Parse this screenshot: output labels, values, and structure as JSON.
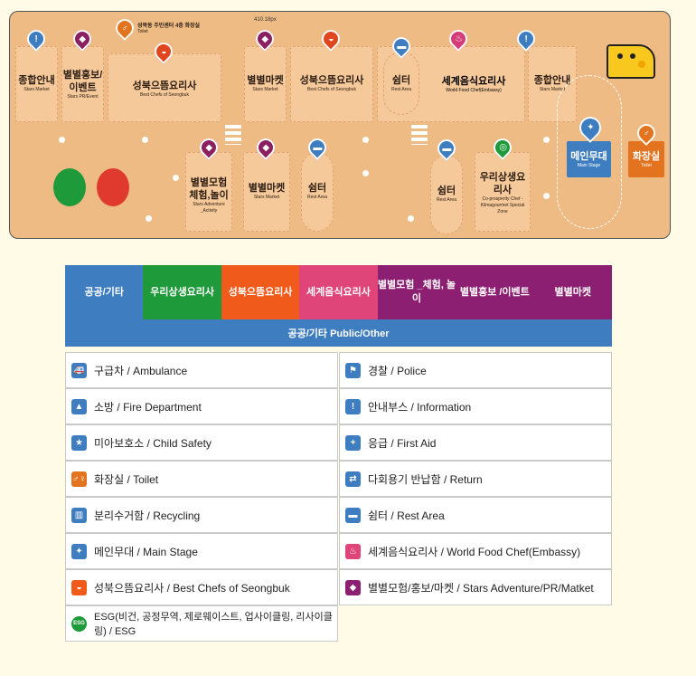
{
  "map": {
    "top_label_ko": "성북동 주민센터 4층 화장실",
    "top_label_en": "Toilet",
    "scale_text": "410.18px",
    "booths": [
      {
        "id": "info-left",
        "ko": "종합안내",
        "en": "Stars Market"
      },
      {
        "id": "pr-event",
        "ko": "별별홍보/이벤트",
        "en": "Stars PR/Event"
      },
      {
        "id": "chefs-1",
        "ko": "성북으뜸요리사",
        "en": "Best Chefs of Seongbuk"
      },
      {
        "id": "market-1",
        "ko": "별별마켓",
        "en": "Stars Market"
      },
      {
        "id": "chefs-2",
        "ko": "성북으뜸요리사",
        "en": "Best Chefs of Seongbuk"
      },
      {
        "id": "rest-1",
        "ko": "쉼터",
        "en": "Rest Area"
      },
      {
        "id": "world-food",
        "ko": "세계음식요리사",
        "en": "World Food Chef(Embassy)"
      },
      {
        "id": "info-right",
        "ko": "종합안내",
        "en": "Stars Market"
      },
      {
        "id": "adventure",
        "ko": "별별모험체험,놀이",
        "en": "Stars Adventure _Activity"
      },
      {
        "id": "market-2",
        "ko": "별별마켓",
        "en": "Stars Market"
      },
      {
        "id": "rest-2",
        "ko": "쉼터",
        "en": "Rest Area"
      },
      {
        "id": "rest-3",
        "ko": "쉼터",
        "en": "Rest Area"
      },
      {
        "id": "coprosperity",
        "ko": "우리상생요리사",
        "en": "Co-prosperity Chef - Klimagourmet Special Zone"
      },
      {
        "id": "main-stage",
        "ko": "메인무대",
        "en": "Main Stage"
      },
      {
        "id": "toilet",
        "ko": "화장실",
        "en": "Toilet"
      }
    ]
  },
  "tabs": [
    {
      "label": "공공/기타",
      "color": "#3f7dc1"
    },
    {
      "label": "우리상생요리사",
      "color": "#1e9a3a"
    },
    {
      "label": "성북으뜸요리사",
      "color": "#f05a1a"
    },
    {
      "label": "세계음식요리사",
      "color": "#e0457a"
    },
    {
      "label": "별별모험 _체험, 놀이",
      "color": "#8c1f72"
    },
    {
      "label": "별별홍보 /이벤트",
      "color": "#8c1f72"
    },
    {
      "label": "별별마켓",
      "color": "#8c1f72"
    }
  ],
  "legend_header": "공공/기타 Public/Other",
  "legend_items": [
    {
      "label": "구급차 / Ambulance",
      "icon": "ambulance-icon",
      "glyph": "🚑",
      "color": "#3f7dc1"
    },
    {
      "label": "경찰 / Police",
      "icon": "police-icon",
      "glyph": "⚑",
      "color": "#3f7dc1"
    },
    {
      "label": "소방 / Fire Department",
      "icon": "fire-department-icon",
      "glyph": "▲",
      "color": "#3f7dc1"
    },
    {
      "label": "안내부스 / Information",
      "icon": "information-icon",
      "glyph": "!",
      "color": "#3f7dc1"
    },
    {
      "label": "미아보호소 / Child Safety",
      "icon": "child-safety-icon",
      "glyph": "★",
      "color": "#3f7dc1"
    },
    {
      "label": "응급 / First Aid",
      "icon": "first-aid-icon",
      "glyph": "+",
      "color": "#3f7dc1"
    },
    {
      "label": "화장실 / Toilet",
      "icon": "toilet-icon",
      "glyph": "♂♀",
      "color": "#e3731e"
    },
    {
      "label": "다회용기 반납함 / Return",
      "icon": "return-icon",
      "glyph": "⇄",
      "color": "#3f7dc1"
    },
    {
      "label": "분리수거함 / Recycling",
      "icon": "recycling-icon",
      "glyph": "▥",
      "color": "#3f7dc1"
    },
    {
      "label": "쉼터 / Rest Area",
      "icon": "rest-area-icon",
      "glyph": "▬",
      "color": "#3f7dc1"
    },
    {
      "label": "메인무대 / Main Stage",
      "icon": "main-stage-icon",
      "glyph": "✦",
      "color": "#3f7dc1"
    },
    {
      "label": "세계음식요리사 / World Food Chef(Embassy)",
      "icon": "world-food-icon",
      "glyph": "♨",
      "color": "#e0457a"
    },
    {
      "label": "성북으뜸요리사 / Best Chefs of Seongbuk",
      "icon": "best-chefs-icon",
      "glyph": "◒",
      "color": "#f05a1a"
    },
    {
      "label": "별별모험/홍보/마켓 / Stars Adventure/PR/Matket",
      "icon": "stars-adventure-icon",
      "glyph": "◆",
      "color": "#8c1f72"
    },
    {
      "label": "ESG(비건, 공정무역, 제로웨이스트, 업사이클링, 리사이클링) / ESG",
      "icon": "esg-icon",
      "glyph": "ESG",
      "color": "#1e9a3a"
    }
  ]
}
